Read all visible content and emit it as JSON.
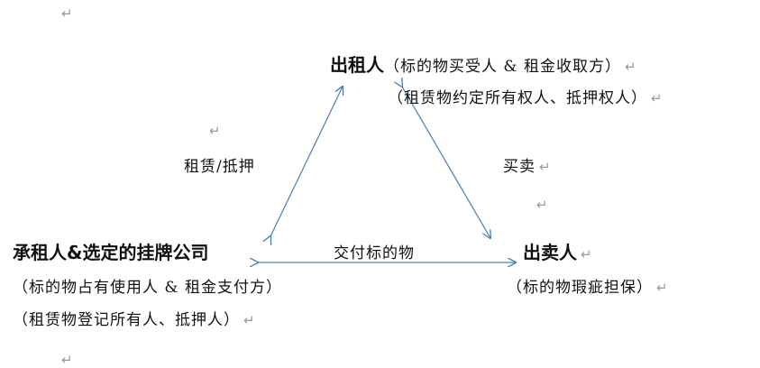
{
  "lessor": {
    "title": "出租人",
    "role_line": "（标的物买受人 & 租金收取方）",
    "rights_line": "（租赁物约定所有权人、抵押权人）"
  },
  "lessee": {
    "title": "承租人&选定的挂牌公司",
    "role_line": "（标的物占有使用人 & 租金支付方）",
    "rights_line": "（租赁物登记所有人、抵押人）"
  },
  "seller": {
    "title": "出卖人",
    "role_line": "（标的物瑕疵担保）"
  },
  "edges": {
    "lease_mortgage": "租赁/抵押",
    "sale": "买卖",
    "delivery": "交付标的物"
  },
  "paragraph_mark": "↵",
  "colors": {
    "arrow": "#4a7ebb",
    "text": "#111111",
    "mark": "#9a9a9a"
  }
}
